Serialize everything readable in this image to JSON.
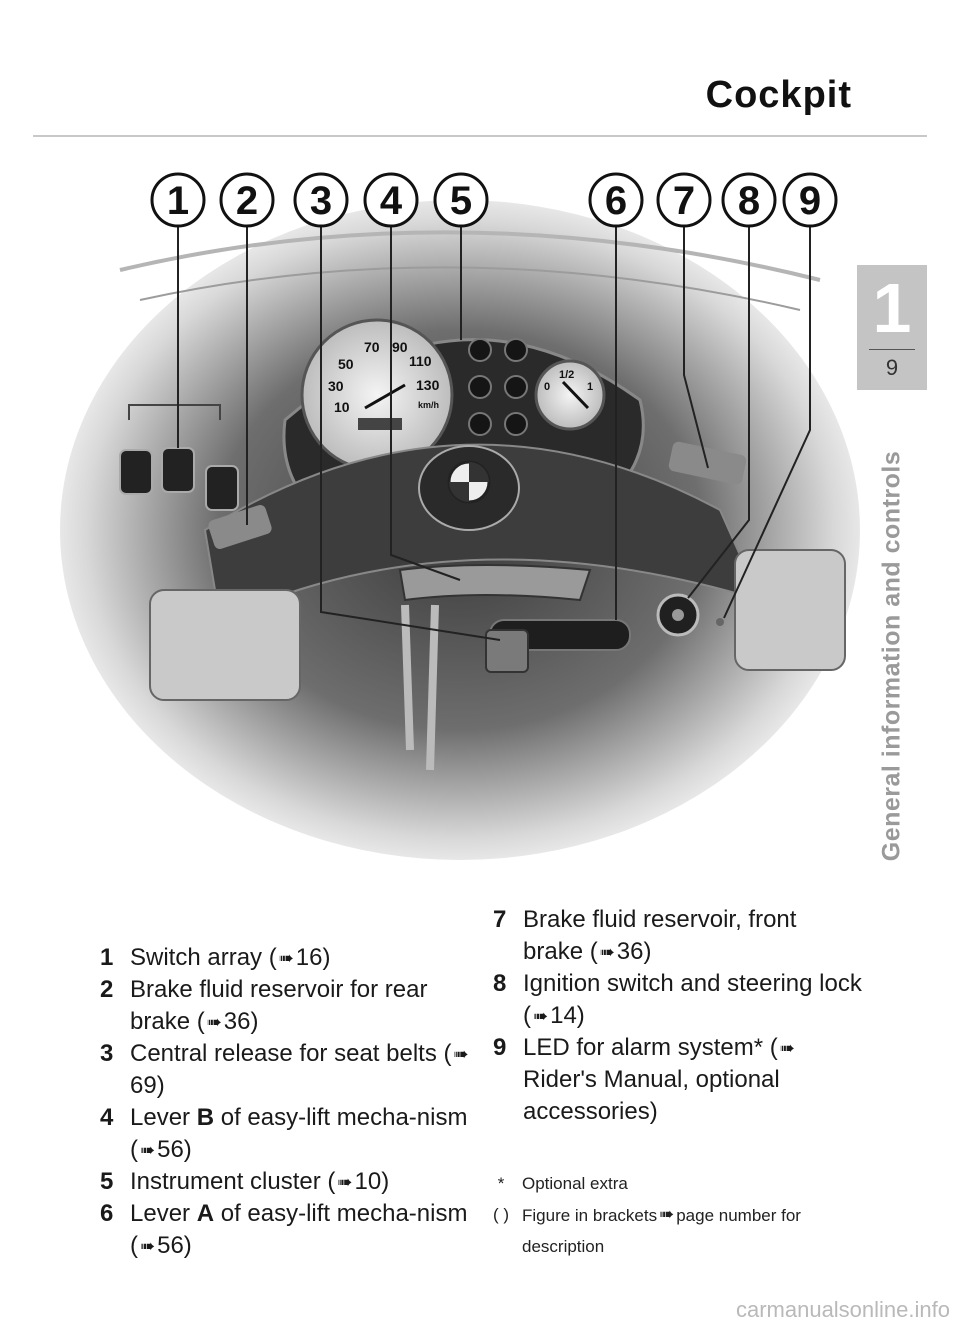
{
  "header": {
    "title": "Cockpit"
  },
  "chapter": {
    "number": "1",
    "page": "9",
    "label": "General information and controls"
  },
  "figure": {
    "callouts": [
      "1",
      "2",
      "3",
      "4",
      "5",
      "6",
      "7",
      "8",
      "9"
    ],
    "speedo_labels": [
      "10",
      "30",
      "50",
      "70",
      "90",
      "110",
      "130"
    ],
    "speedo_unit": "km/h",
    "fuel_labels": [
      "0",
      "1/2",
      "1"
    ]
  },
  "legend": [
    {
      "num": "1",
      "lines": [
        "Switch array (",
        "16)"
      ]
    },
    {
      "num": "2",
      "lines": [
        "Brake fluid reservoir for rear brake (",
        "36)"
      ]
    },
    {
      "num": "3",
      "lines": [
        "Central release for seat belts (",
        "69)"
      ]
    },
    {
      "num": "4",
      "pre": "Lever ",
      "bold": "B",
      "post": " of easy-lift mecha-nism (",
      "ref": "56)"
    },
    {
      "num": "5",
      "lines": [
        "Instrument cluster (",
        "10)"
      ]
    },
    {
      "num": "6",
      "pre": "Lever ",
      "bold": "A",
      "post": " of easy-lift mecha-nism (",
      "ref": "56)"
    },
    {
      "num": "7",
      "lines": [
        "Brake fluid reservoir, front brake (",
        "36)"
      ]
    },
    {
      "num": "8",
      "lines": [
        "Ignition switch and steering lock (",
        "14)"
      ]
    },
    {
      "num": "9",
      "lines": [
        "LED for alarm system* (",
        "Rider's Manual, optional accessories)"
      ]
    }
  ],
  "notes": [
    {
      "sym": "*",
      "text": "Optional extra"
    },
    {
      "sym": "( )",
      "pre": "Figure in brackets",
      "post": "page number for description"
    }
  ],
  "watermark": "carmanualsonline.info",
  "icons": {
    "ref_arrow": "arrow-icon"
  }
}
